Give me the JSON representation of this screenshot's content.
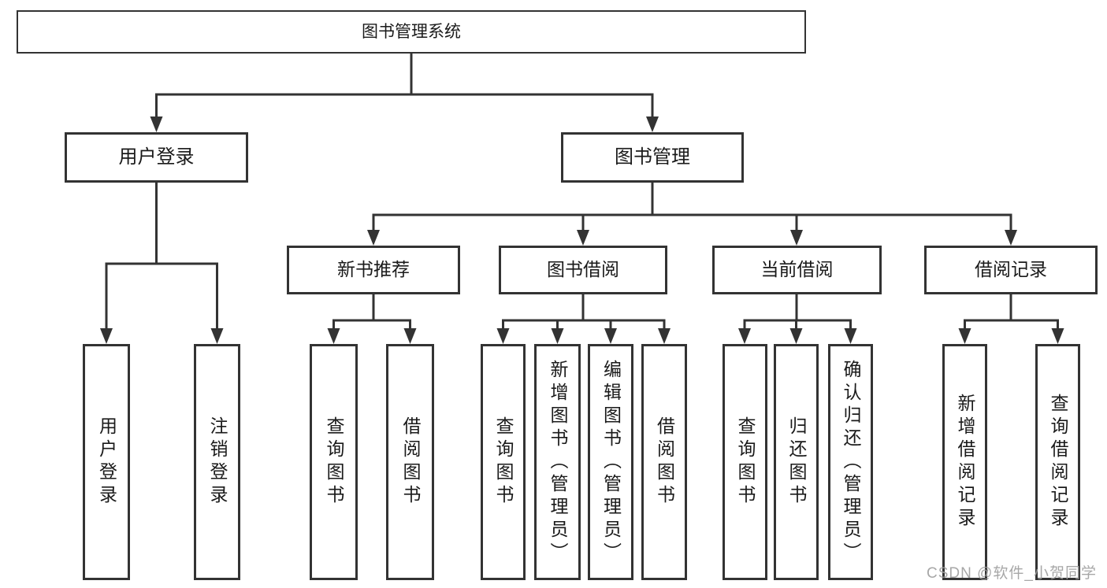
{
  "diagram": {
    "root": {
      "label": "图书管理系统"
    },
    "level2": [
      {
        "label": "用户登录"
      },
      {
        "label": "图书管理"
      }
    ],
    "level3": [
      {
        "label": "新书推荐"
      },
      {
        "label": "图书借阅"
      },
      {
        "label": "当前借阅"
      },
      {
        "label": "借阅记录"
      }
    ],
    "leaves": [
      {
        "parent": "用户登录",
        "label": "用户登录"
      },
      {
        "parent": "用户登录",
        "label": "注销登录"
      },
      {
        "parent": "新书推荐",
        "label": "查询图书"
      },
      {
        "parent": "新书推荐",
        "label": "借阅图书"
      },
      {
        "parent": "图书借阅",
        "label": "查询图书"
      },
      {
        "parent": "图书借阅",
        "label": "新增图书（管理员）"
      },
      {
        "parent": "图书借阅",
        "label": "编辑图书（管理员）"
      },
      {
        "parent": "图书借阅",
        "label": "借阅图书"
      },
      {
        "parent": "当前借阅",
        "label": "查询图书"
      },
      {
        "parent": "当前借阅",
        "label": "归还图书"
      },
      {
        "parent": "当前借阅",
        "label": "确认归还（管理员）"
      },
      {
        "parent": "借阅记录",
        "label": "新增借阅记录"
      },
      {
        "parent": "借阅记录",
        "label": "查询借阅记录"
      }
    ],
    "watermark": "CSDN @软件_小贺同学",
    "colors": {
      "line": "#333333",
      "text": "#1a1a1a",
      "background": "#ffffff",
      "watermark": "#9e9e9e"
    }
  }
}
